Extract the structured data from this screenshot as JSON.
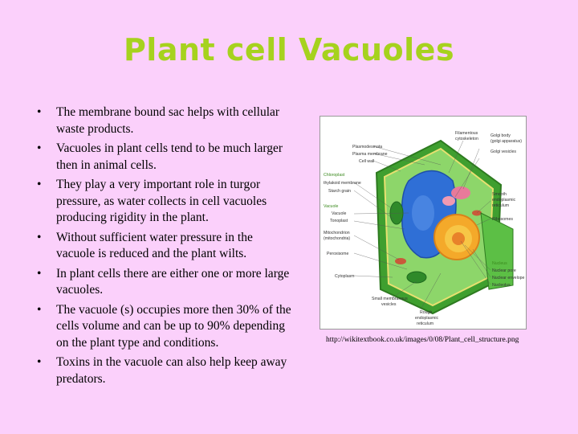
{
  "slide": {
    "title": "Plant cell Vacuoles",
    "bullets": [
      "The membrane bound sac helps with cellular waste products.",
      "Vacuoles in plant cells tend to be much larger then in animal cells.",
      "They play a very important role in turgor pressure, as water collects in cell vacuoles producing rigidity in the plant.",
      "Without sufficient water pressure in the vacuole is reduced and the plant wilts.",
      "In plant cells there are either one or more large vacuoles.",
      "The vacuole (s) occupies more then 30% of the cells volume and can be up to 90% depending on the plant type and conditions.",
      "Toxins in the vacuole can also help keep away predators."
    ],
    "caption": "http://wikitextbook.co.uk/images/0/08/Plant_cell_structure.png"
  },
  "diagram": {
    "labels": {
      "plasmodesmata": "Plasmodesmata",
      "plasma_membrane": "Plasma membrane",
      "cell_wall": "Cell wall",
      "filamentous": "Filamentous",
      "cytoskeleton": "cytoskeleton",
      "golgi_body": "Golgi body",
      "golgi_apparatus": "(golgi apparatus)",
      "golgi_vesicles": "Golgi vesicles",
      "chloroplast": "Chloroplast",
      "thylakoid_membrane": "thylakoid membrane",
      "starch_grain": "Starch grain",
      "vacuole_group": "Vacuole",
      "vacuole": "Vacuole",
      "tonoplast": "Tonoplast",
      "mitochondrion": "Mitochondrion",
      "mitochondria": "(mitochondria)",
      "peroxisome": "Peroxisome",
      "cytoplasm": "Cytoplasm",
      "smooth": "Smooth",
      "endoplasmic": "endoplasmic",
      "reticulum": "reticulum",
      "ribosomes": "Ribosomes",
      "nucleus": "Nucleus",
      "nuclear_pore": "Nuclear pore",
      "nuclear_envelope": "Nuclear envelope",
      "nucleolus": "Nucleolus",
      "small_membranous": "Small membranous",
      "vesicles": "vesicles",
      "rough": "Rough",
      "rough_endoplasmic": "endoplasmic",
      "rough_reticulum": "reticulum"
    }
  }
}
